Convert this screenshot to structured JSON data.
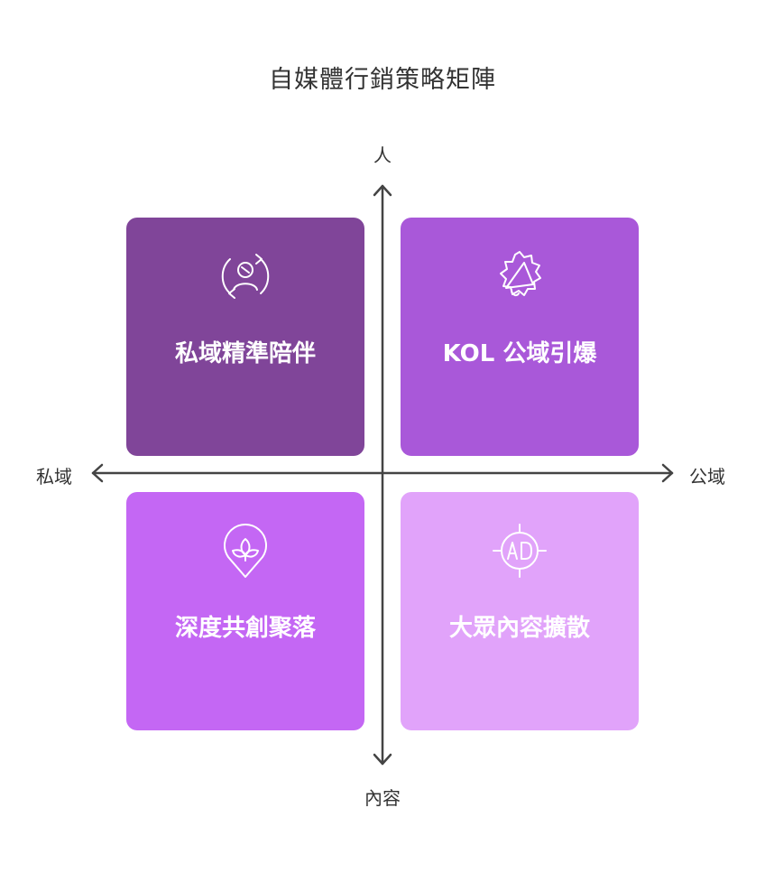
{
  "title": "自媒體行銷策略矩陣",
  "axes": {
    "top": "人",
    "bottom": "內容",
    "left": "私域",
    "right": "公域"
  },
  "quadrants": [
    {
      "label": "私域精準陪伴",
      "icon": "user-cycle-icon",
      "color": "#804599"
    },
    {
      "label": "KOL 公域引爆",
      "icon": "megaphone-badge-icon",
      "color": "#a958d9"
    },
    {
      "label": "深度共創聚落",
      "icon": "leaf-drop-icon",
      "color": "#c467f4"
    },
    {
      "label": "大眾內容擴散",
      "icon": "ad-target-icon",
      "color": "#e1a3fa"
    }
  ],
  "colors": {
    "axis": "#444444",
    "text": "#333333",
    "icon_stroke": "#ffffff"
  }
}
